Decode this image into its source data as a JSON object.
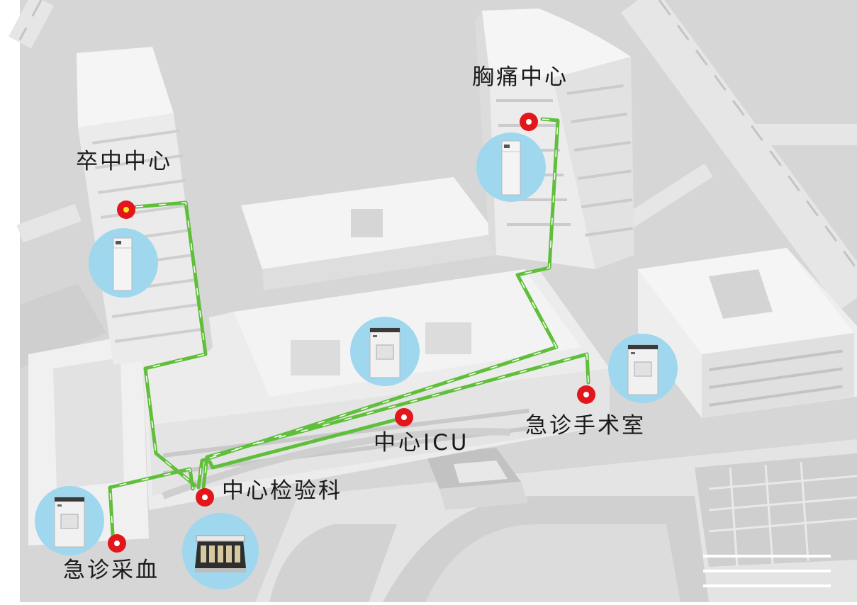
{
  "labels": {
    "stroke_center": "卒中中心",
    "chest_pain_center": "胸痛中心",
    "central_icu": "中心ICU",
    "emergency_or": "急诊手术室",
    "central_lab": "中心检验科",
    "emergency_blood": "急诊采血"
  },
  "colors": {
    "background": "#d8d8d8",
    "building": "#efefef",
    "pipe_route": "#5fbf3a",
    "station_pin": "#e3161b",
    "device_circle": "#9fd7ee",
    "legend_lines": "#ffffff"
  },
  "icons": {
    "station_pin": "red-location-dot-icon",
    "device": "pneumatic-tube-station-icon",
    "lab_device": "sample-sorter-icon"
  }
}
